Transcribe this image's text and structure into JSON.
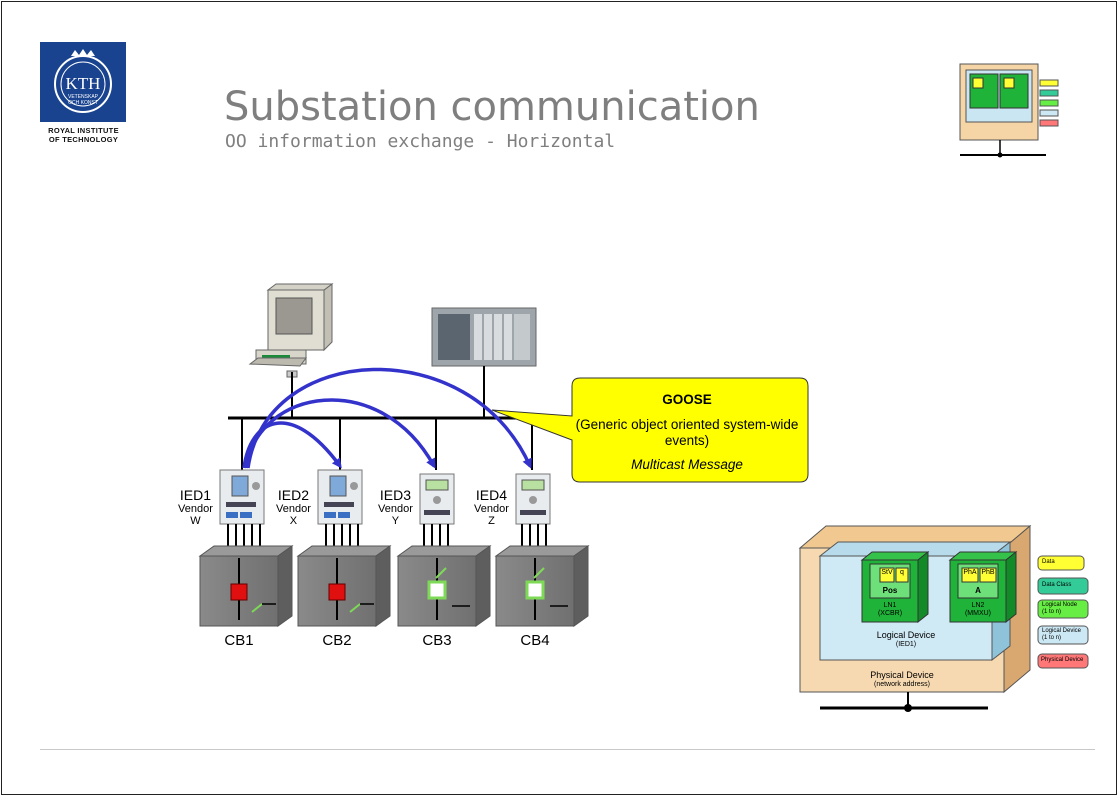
{
  "header": {
    "logo_text": "KTH",
    "logo_sub_line1": "ROYAL INSTITUTE",
    "logo_sub_line2": "OF TECHNOLOGY",
    "title": "Substation communication",
    "subtitle": "OO information exchange - Horizontal"
  },
  "goose_callout": {
    "title": "GOOSE",
    "description": "(Generic object oriented system-wide events)",
    "message": "Multicast Message"
  },
  "ieds": [
    {
      "name": "IED1",
      "vendor_label": "Vendor",
      "vendor": "W"
    },
    {
      "name": "IED2",
      "vendor_label": "Vendor",
      "vendor": "X"
    },
    {
      "name": "IED3",
      "vendor_label": "Vendor",
      "vendor": "Y"
    },
    {
      "name": "IED4",
      "vendor_label": "Vendor",
      "vendor": "Z"
    }
  ],
  "breakers": [
    {
      "label": "CB1",
      "state": "closed",
      "color": "#e01010"
    },
    {
      "label": "CB2",
      "state": "closed",
      "color": "#e01010"
    },
    {
      "label": "CB3",
      "state": "open",
      "color": "#7ed957"
    },
    {
      "label": "CB4",
      "state": "open",
      "color": "#7ed957"
    }
  ],
  "model_diagram": {
    "ln1_data": [
      "StV",
      "q"
    ],
    "ln2_data": [
      "PhA",
      "PhB"
    ],
    "ln1_name": "Pos",
    "ln2_name": "A",
    "ln1_label": "LN1",
    "ln1_sub": "(XCBR)",
    "ln2_label": "LN2",
    "ln2_sub": "(MMXU)",
    "logical_device_label": "Logical Device",
    "logical_device_sub": "(IED1)",
    "physical_device_label": "Physical Device",
    "physical_device_sub": "(network address)",
    "legend": [
      {
        "label": "Data",
        "color": "#ffff33"
      },
      {
        "label": "Data Class",
        "color": "#33cc99"
      },
      {
        "label": "Logical Node",
        "sub": "(1 to n)",
        "color": "#66ee44"
      },
      {
        "label": "Logical Device",
        "sub": "(1 to n)",
        "color": "#cce8f4"
      },
      {
        "label": "Physical Device",
        "color": "#ff7777"
      }
    ]
  },
  "colors": {
    "arrow": "#3333cc",
    "goose_fill": "#ffff00",
    "logo_blue": "#19428f",
    "title_gray": "#7f7f7f"
  }
}
